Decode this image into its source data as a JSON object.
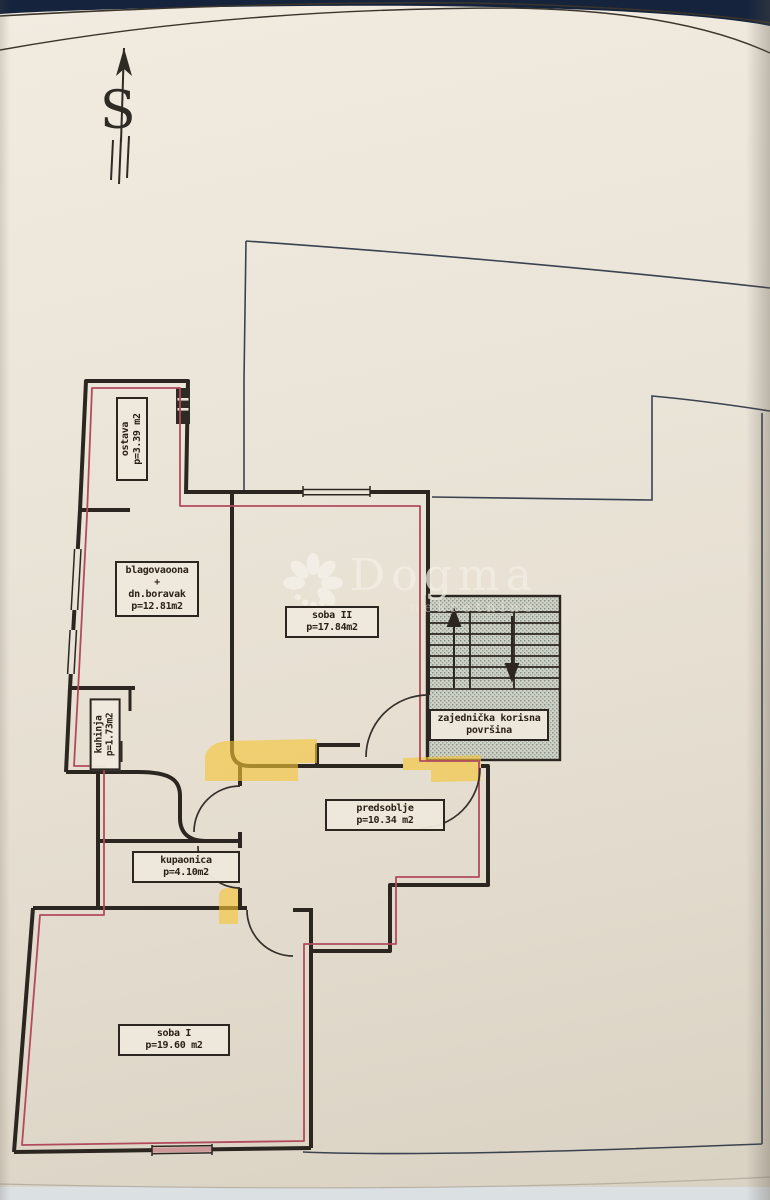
{
  "document": {
    "type": "apartment-floor-plan",
    "orientation_label": "S",
    "watermark": {
      "brand": "Dogma",
      "subtitle": "nekretnine"
    }
  },
  "rooms": {
    "ostava": {
      "name": "ostava",
      "area": "p=3.39 m2"
    },
    "blagovaona": {
      "name": "blagovaoona",
      "plus": "+",
      "name2": "dn.boravak",
      "area": "p=12.81m2"
    },
    "kuhinja": {
      "name": "kuhinja",
      "area": "p=1.73m2"
    },
    "soba2": {
      "name": "soba II",
      "area": "p=17.84m2"
    },
    "zajednicka": {
      "name": "zajednička korisna",
      "name2": "površina"
    },
    "predsoblje": {
      "name": "predsoblje",
      "area": "p=10.34 m2"
    },
    "kupaonica": {
      "name": "kupaonica",
      "area": "p=4.10m2"
    },
    "soba1": {
      "name": "soba I",
      "area": "p=19.60 m2"
    }
  },
  "areas_m2": {
    "ostava": 3.39,
    "blagovaona_dn_boravak": 12.81,
    "kuhinja": 1.73,
    "soba_II": 17.84,
    "predsoblje": 10.34,
    "kupaonica": 4.1,
    "soba_I": 19.6
  },
  "colors": {
    "paper": "#ebe5d9",
    "wall": "#2b2620",
    "boundary_red": "#b14b5c",
    "highlight_yellow": "#f5c332",
    "stairs_fill": "#ced1c5",
    "background_navy": "#15233c",
    "thin_outline": "#3a4250"
  },
  "icons": [
    "north-arrow-icon",
    "stairs-up-arrow-icon",
    "stairs-down-arrow-icon",
    "dogma-flower-icon"
  ]
}
